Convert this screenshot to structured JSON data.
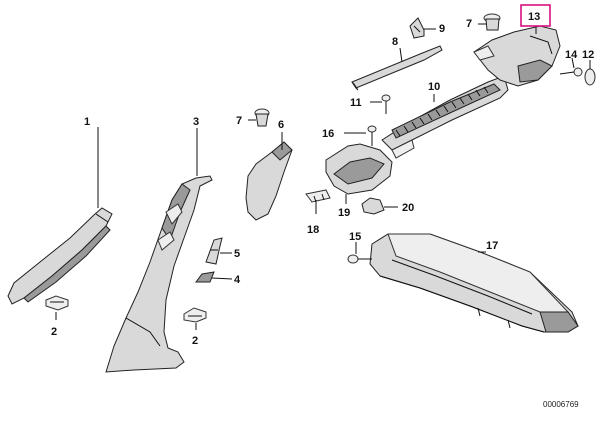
{
  "callouts": {
    "c1": "1",
    "c2a": "2",
    "c2b": "2",
    "c3": "3",
    "c4": "4",
    "c5": "5",
    "c6": "6",
    "c7a": "7",
    "c7b": "7",
    "c8": "8",
    "c9": "9",
    "c10": "10",
    "c11": "11",
    "c12": "12",
    "c13": "13",
    "c14": "14",
    "c15": "15",
    "c16": "16",
    "c17": "17",
    "c18": "18",
    "c19": "19",
    "c20": "20"
  },
  "highlighted_part": "13",
  "highlight_color": "#d6127d",
  "diagram_ref": "00006769"
}
